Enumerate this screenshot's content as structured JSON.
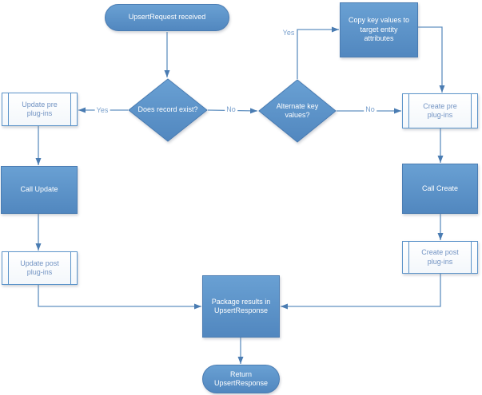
{
  "diagram": {
    "nodes": {
      "start": {
        "label": "UpsertRequest received",
        "type": "terminator"
      },
      "copy_keys": {
        "label": "Copy key values to target entity attributes",
        "type": "process"
      },
      "does_record_exist": {
        "label": "Does record exist?",
        "type": "decision"
      },
      "alternate_key": {
        "label": "Alternate key values?",
        "type": "decision"
      },
      "update_pre": {
        "label": "Update pre plug-ins",
        "type": "predefined-process"
      },
      "create_pre": {
        "label": "Create pre plug-ins",
        "type": "predefined-process"
      },
      "call_update": {
        "label": "Call Update",
        "type": "process"
      },
      "call_create": {
        "label": "Call Create",
        "type": "process"
      },
      "update_post": {
        "label": "Update post plug-ins",
        "type": "predefined-process"
      },
      "create_post": {
        "label": "Create post plug-ins",
        "type": "predefined-process"
      },
      "package_results": {
        "label": "Package results in UpsertResponse",
        "type": "process"
      },
      "end": {
        "label": "Return UpsertResponse",
        "type": "terminator"
      }
    },
    "edge_labels": {
      "exist_yes": "Yes",
      "exist_no": "No",
      "altkey_yes": "Yes",
      "altkey_no": "No"
    },
    "edges": [
      {
        "from": "start",
        "to": "does_record_exist",
        "label": ""
      },
      {
        "from": "does_record_exist",
        "to": "update_pre",
        "label": "Yes"
      },
      {
        "from": "does_record_exist",
        "to": "alternate_key",
        "label": "No"
      },
      {
        "from": "alternate_key",
        "to": "copy_keys",
        "label": "Yes"
      },
      {
        "from": "alternate_key",
        "to": "create_pre",
        "label": "No"
      },
      {
        "from": "copy_keys",
        "to": "create_pre",
        "label": ""
      },
      {
        "from": "update_pre",
        "to": "call_update",
        "label": ""
      },
      {
        "from": "call_update",
        "to": "update_post",
        "label": ""
      },
      {
        "from": "update_post",
        "to": "package_results",
        "label": ""
      },
      {
        "from": "create_pre",
        "to": "call_create",
        "label": ""
      },
      {
        "from": "call_create",
        "to": "create_post",
        "label": ""
      },
      {
        "from": "create_post",
        "to": "package_results",
        "label": ""
      },
      {
        "from": "package_results",
        "to": "end",
        "label": ""
      }
    ],
    "colors": {
      "shape_fill_top": "#69a0d3",
      "shape_fill_bottom": "#5187bf",
      "shape_border": "#4a7cb2",
      "shape_text": "#ffffff",
      "light_fill_top": "#ffffff",
      "light_fill_bottom": "#f3f7fb",
      "light_border": "#5b93c9",
      "light_text": "#7293c3",
      "line": "#6090c0",
      "arrow": "#4a7cb2",
      "label_text": "#7aa0cd",
      "background": "#ffffff"
    }
  }
}
